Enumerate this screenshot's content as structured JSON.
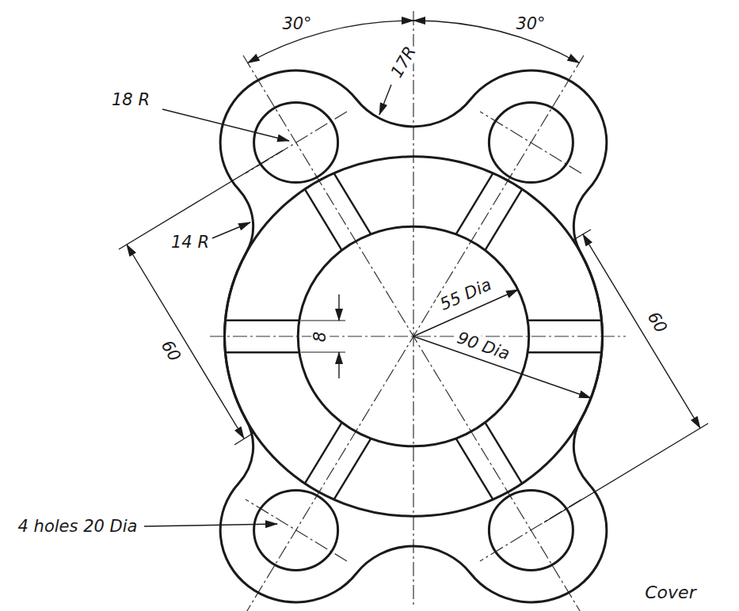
{
  "diagram": {
    "caption": "Cover",
    "labels": [
      "30°",
      "30°",
      "18 R",
      "17R",
      "14 R",
      "60",
      "60",
      "55 Dia",
      "90 Dia",
      "8",
      "4 holes 20 Dia"
    ]
  }
}
